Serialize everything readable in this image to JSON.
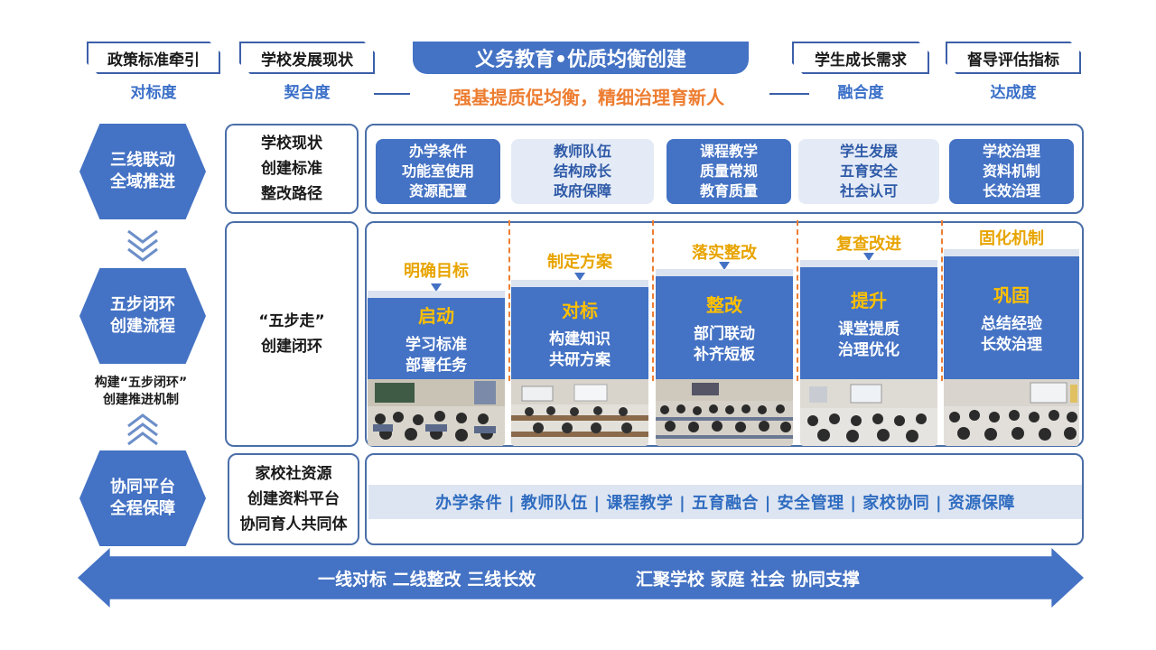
{
  "header": {
    "title": "义务教育•优质均衡创建",
    "slogan": "强基提质促均衡，精细治理育新人",
    "tags": [
      {
        "label": "政策标准牵引",
        "sub": "对标度"
      },
      {
        "label": "学校发展现状",
        "sub": "契合度"
      },
      {
        "label": "学生成长需求",
        "sub": "融合度"
      },
      {
        "label": "督导评估指标",
        "sub": "达成度"
      }
    ]
  },
  "left": {
    "hexes": [
      {
        "line1": "三线联动",
        "line2": "全域推进"
      },
      {
        "line1": "五步闭环",
        "line2": "创建流程"
      },
      {
        "line1": "协同平台",
        "line2": "全程保障"
      }
    ],
    "note_line1": "构建“五步闭环”",
    "note_line2": "创建推进机制"
  },
  "row1": {
    "label": [
      "学校现状",
      "创建标准",
      "整改路径"
    ],
    "cards": [
      {
        "lines": [
          "办学条件",
          "功能室使用",
          "资源配置"
        ],
        "style": "dark"
      },
      {
        "lines": [
          "教师队伍",
          "结构成长",
          "政府保障"
        ],
        "style": "light"
      },
      {
        "lines": [
          "课程教学",
          "质量常规",
          "教育质量"
        ],
        "style": "dark"
      },
      {
        "lines": [
          "学生发展",
          "五育安全",
          "社会认可"
        ],
        "style": "light"
      },
      {
        "lines": [
          "学校治理",
          "资料机制",
          "长效治理"
        ],
        "style": "dark"
      }
    ]
  },
  "row2": {
    "label": [
      "“五步走”",
      "创建闭环"
    ],
    "steps": [
      {
        "head": "明确目标",
        "title": "启动",
        "lines": [
          "学习标准",
          "部署任务"
        ]
      },
      {
        "head": "制定方案",
        "title": "对标",
        "lines": [
          "构建知识",
          "共研方案"
        ]
      },
      {
        "head": "落实整改",
        "title": "整改",
        "lines": [
          "部门联动",
          "补齐短板"
        ]
      },
      {
        "head": "复查改进",
        "title": "提升",
        "lines": [
          "课堂提质",
          "治理优化"
        ]
      },
      {
        "head": "固化机制",
        "title": "巩固",
        "lines": [
          "总结经验",
          "长效治理"
        ]
      }
    ]
  },
  "row3": {
    "label": [
      "家校社资源",
      "创建资料平台",
      "协同育人共同体"
    ],
    "bar": "办学条件 | 教师队伍 | 课程教学 | 五育融合 | 安全管理 | 家校协同 | 资源保障"
  },
  "bottom": {
    "left_text": "一线对标  二线整改  三线长效",
    "right_text": "汇聚学校 家庭 社会 协同支撑"
  },
  "colors": {
    "primary": "#4472c4",
    "accent_orange": "#ed7d31",
    "accent_yellow": "#ffc000",
    "light_fill": "#e4ebf6"
  }
}
